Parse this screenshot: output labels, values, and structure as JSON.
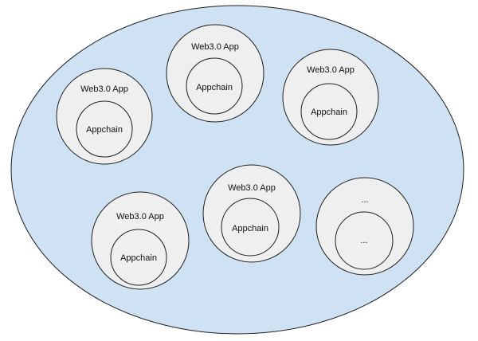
{
  "colors": {
    "ecosystem_fill": "#cfe2f3",
    "node_fill": "#efefef",
    "stroke": "#1f1f1f"
  },
  "nodes": [
    {
      "outer_label": "Web3.0 App",
      "inner_label": "Appchain"
    },
    {
      "outer_label": "Web3.0 App",
      "inner_label": "Appchain"
    },
    {
      "outer_label": "Web3.0 App",
      "inner_label": "Appchain"
    },
    {
      "outer_label": "Web3.0 App",
      "inner_label": "Appchain"
    },
    {
      "outer_label": "Web3.0 App",
      "inner_label": "Appchain"
    },
    {
      "outer_label": "...",
      "inner_label": "..."
    }
  ]
}
